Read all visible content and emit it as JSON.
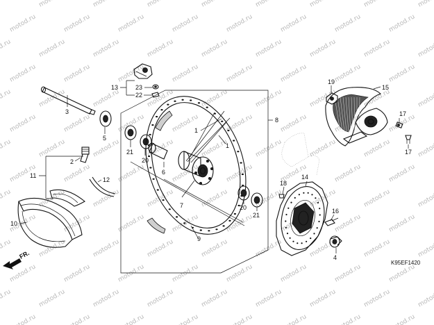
{
  "diagram": {
    "code": "K95EF1420",
    "direction_label": "FR.",
    "watermark": "motod.ru",
    "callouts": {
      "c1a": "1",
      "c1b": "1",
      "c2": "2",
      "c3": "3",
      "c4": "4",
      "c5": "5",
      "c6": "6",
      "c7": "7",
      "c8": "8",
      "c9": "9",
      "c10": "10",
      "c11": "11",
      "c12": "12",
      "c13": "13",
      "c14": "14",
      "c15": "15",
      "c16": "16",
      "c17a": "17",
      "c17b": "17",
      "c18": "18",
      "c19": "19",
      "c20a": "20",
      "c20b": "20",
      "c21a": "21",
      "c21b": "21",
      "c22": "22",
      "c23": "23"
    }
  }
}
